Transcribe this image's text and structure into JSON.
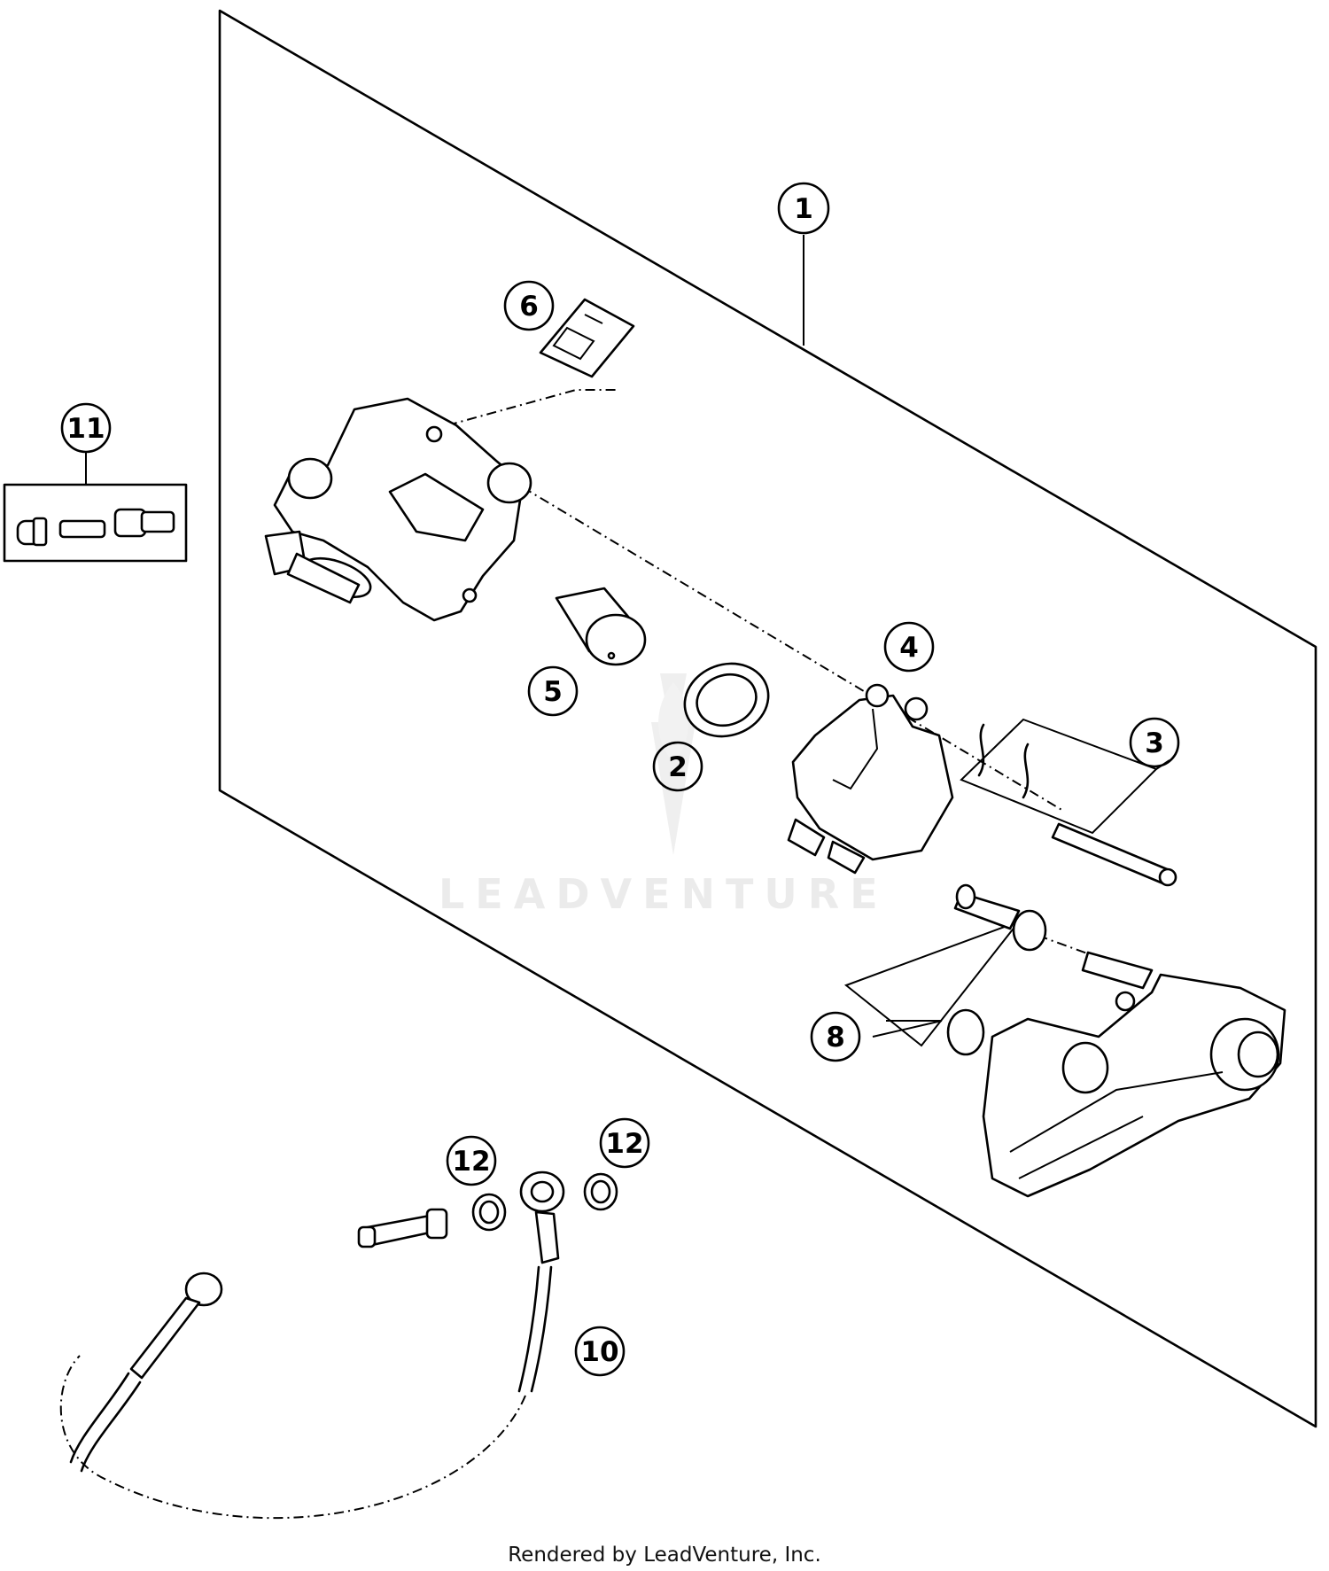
{
  "diagram": {
    "callouts": [
      "1",
      "2",
      "3",
      "4",
      "5",
      "6",
      "8",
      "10",
      "11",
      "12",
      "12"
    ],
    "watermark": "LEADVENTURE",
    "footer": "Rendered by LeadVenture, Inc."
  }
}
